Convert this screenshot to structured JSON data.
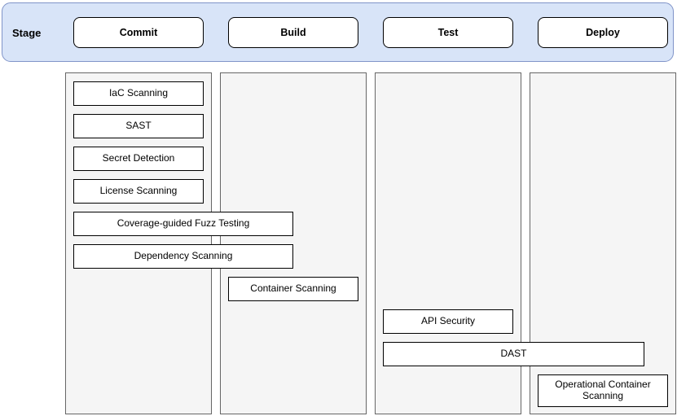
{
  "pipeline": {
    "stage_label": "Stage",
    "stages": [
      {
        "name": "Commit",
        "scans": [
          "IaC Scanning",
          "SAST",
          "Secret Detection",
          "License Scanning",
          "Coverage-guided Fuzz Testing",
          "Dependency Scanning"
        ]
      },
      {
        "name": "Build",
        "scans": [
          "Container Scanning"
        ]
      },
      {
        "name": "Test",
        "scans": [
          "API Security",
          "DAST"
        ]
      },
      {
        "name": "Deploy",
        "scans": [
          "Operational Container Scanning"
        ]
      }
    ]
  },
  "colors": {
    "banner_fill": "#d8e4f8",
    "banner_stroke": "#8094c8",
    "column_fill": "#f5f5f5",
    "column_stroke": "#666666",
    "box_fill": "#ffffff",
    "box_stroke": "#000000",
    "text": "#000000"
  }
}
